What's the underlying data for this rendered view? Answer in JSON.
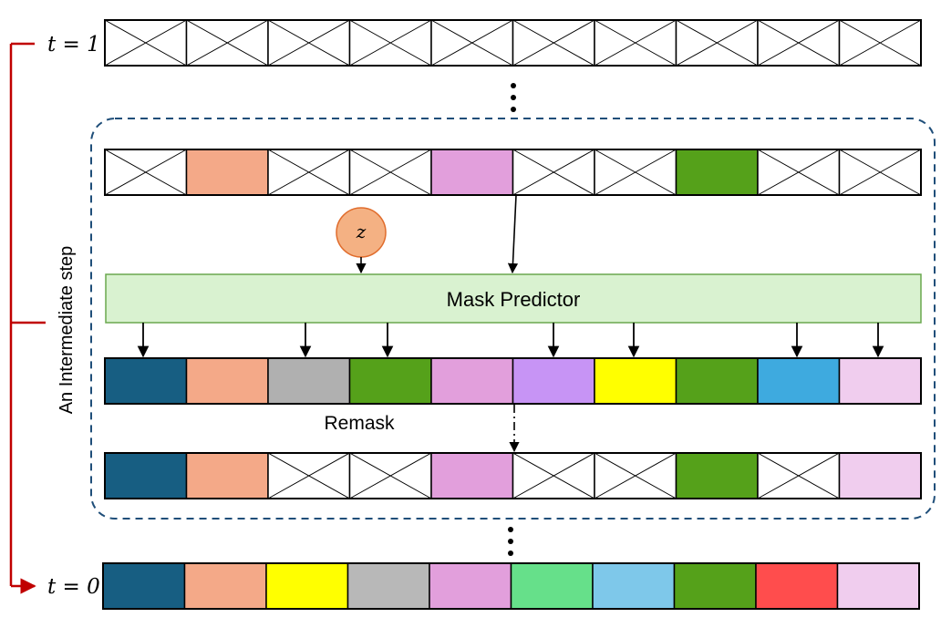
{
  "labels": {
    "t_top": "t = 1",
    "t_bottom": "t = 0",
    "side": "An Intermediate step",
    "predictor": "Mask Predictor",
    "remask": "Remask",
    "z": "z"
  },
  "colors": {
    "bracket": "#c00000",
    "dashed_border": "#1f4e79",
    "predictor_fill": "#d9f2d0",
    "predictor_stroke": "#6aa84f",
    "z_fill": "#f4b183",
    "z_stroke": "#e06c2c",
    "mask": "mask"
  },
  "rows": {
    "top": [
      "mask",
      "mask",
      "mask",
      "mask",
      "mask",
      "mask",
      "mask",
      "mask",
      "mask",
      "mask"
    ],
    "input": [
      "mask",
      "#f4a988",
      "mask",
      "mask",
      "#e29fdc",
      "mask",
      "mask",
      "#55a11a",
      "mask",
      "mask"
    ],
    "predicted": [
      "#175e82",
      "#f4a988",
      "#b0b0b0",
      "#55a11a",
      "#e29fdc",
      "#c794f5",
      "#ffff00",
      "#55a11a",
      "#3eaadf",
      "#f0cdee"
    ],
    "remasked": [
      "#175e82",
      "#f4a988",
      "mask",
      "mask",
      "#e29fdc",
      "mask",
      "mask",
      "#55a11a",
      "mask",
      "#f0cdee"
    ],
    "final": [
      "#175e82",
      "#f4a988",
      "#ffff00",
      "#b8b8b8",
      "#e29fdc",
      "#66e08a",
      "#7ec8ea",
      "#55a11a",
      "#ff4d4d",
      "#f0cdee"
    ]
  }
}
